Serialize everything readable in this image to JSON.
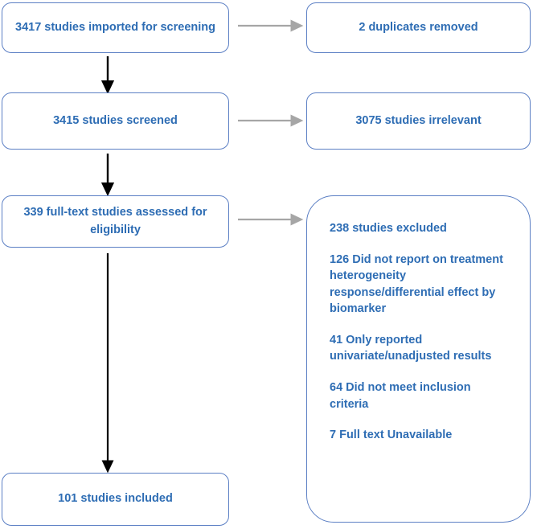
{
  "diagram": {
    "kind": "prisma-flow-diagram",
    "colors": {
      "box_border": "#5B7FC4",
      "text_blue": "#2E6DB4",
      "vertical_arrow": "#000000",
      "horizontal_arrow": "#A6A6A6",
      "background": "#FFFFFF"
    },
    "nodes": {
      "imported": {
        "label": "3417 studies imported for screening",
        "count": 3417
      },
      "screened": {
        "label": "3415 studies screened",
        "count": 3415
      },
      "fulltext": {
        "label": "339 full-text studies assessed for eligibility",
        "count": 339
      },
      "included": {
        "label": "101 studies included",
        "count": 101
      },
      "duplicates": {
        "label": "2 duplicates removed",
        "count": 2
      },
      "irrelevant": {
        "label": "3075 studies irrelevant",
        "count": 3075
      },
      "excluded": {
        "lines": [
          "238 studies excluded",
          "126 Did not report on treatment heterogeneity response/differential effect by biomarker",
          "41 Only reported univariate/unadjusted results",
          "64 Did not meet inclusion criteria",
          "7 Full text Unavailable"
        ],
        "counts": [
          238,
          126,
          41,
          64,
          7
        ]
      }
    },
    "edges": [
      {
        "from": "imported",
        "to": "screened",
        "direction": "down",
        "color": "#000000"
      },
      {
        "from": "screened",
        "to": "fulltext",
        "direction": "down",
        "color": "#000000"
      },
      {
        "from": "fulltext",
        "to": "included",
        "direction": "down",
        "color": "#000000"
      },
      {
        "from": "imported",
        "to": "duplicates",
        "direction": "right",
        "color": "#A6A6A6"
      },
      {
        "from": "screened",
        "to": "irrelevant",
        "direction": "right",
        "color": "#A6A6A6"
      },
      {
        "from": "fulltext",
        "to": "excluded",
        "direction": "right",
        "color": "#A6A6A6"
      }
    ]
  }
}
